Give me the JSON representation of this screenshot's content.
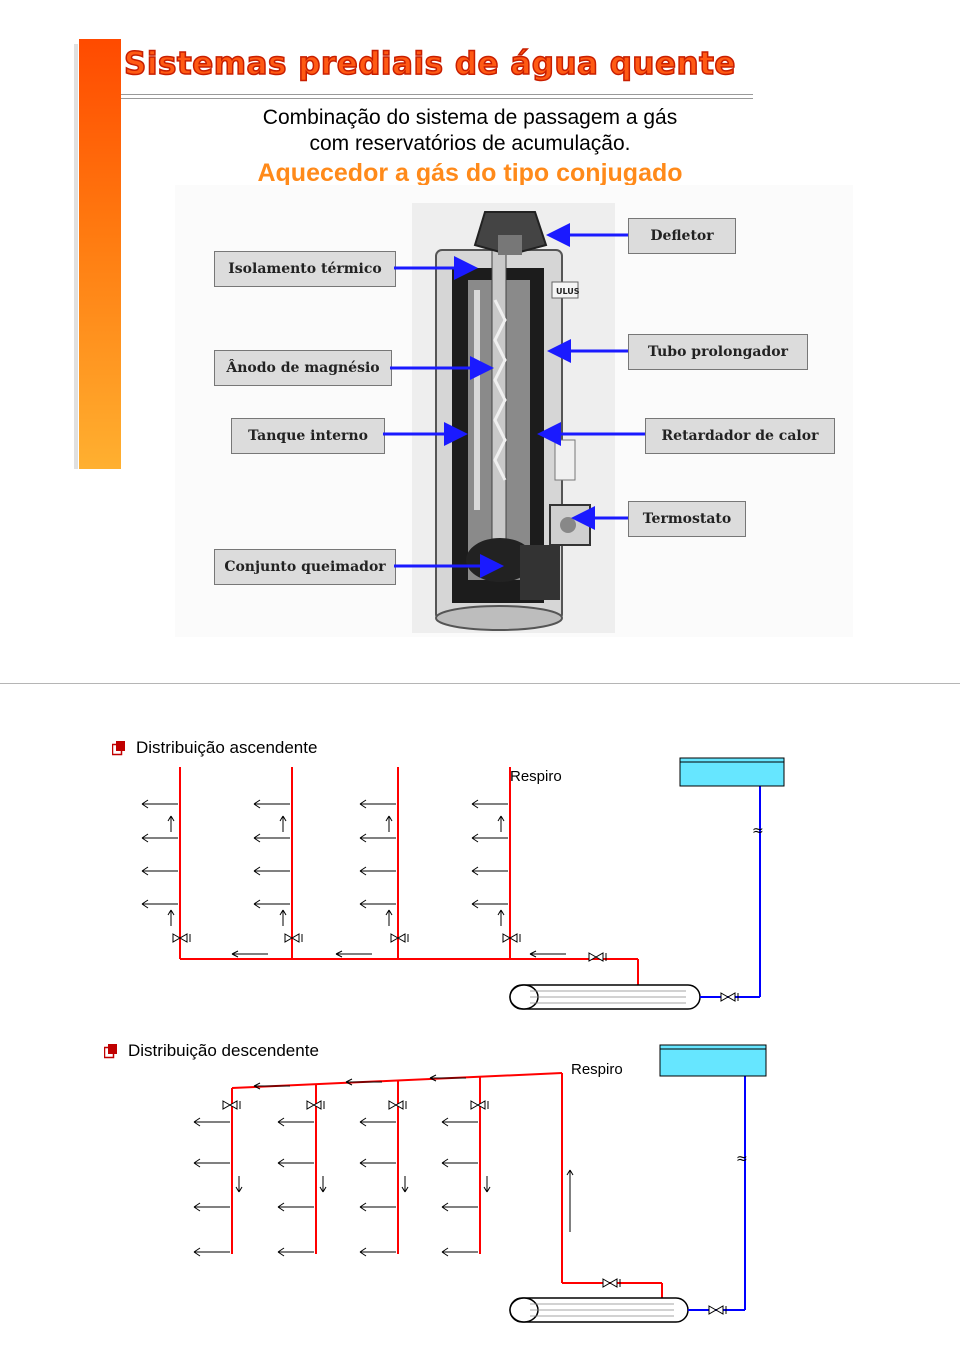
{
  "slide1": {
    "title": "Sistemas prediais de água quente",
    "subtitle_line1": "Combinação do sistema de passagem a gás",
    "subtitle_line2": "com reservatórios de acumulação.",
    "heading": "Aquecedor a gás do tipo conjugado",
    "photo_brand": "ULUS",
    "labels": {
      "isolamento": "Isolamento térmico",
      "anodo": "Ânodo de magnésio",
      "tanque": "Tanque interno",
      "conjunto": "Conjunto queimador",
      "defletor": "Defletor",
      "tubo": "Tubo prolongador",
      "retardador": "Retardador de calor",
      "termostato": "Termostato"
    },
    "colors": {
      "arrow": "#1a1aff",
      "accent": "#ff5a14"
    }
  },
  "slide2": {
    "ascendente": {
      "bullet": "Distribuição ascendente",
      "respiro": "Respiro",
      "meter_symbol": "≈"
    },
    "descendente": {
      "bullet": "Distribuição descendente",
      "respiro": "Respiro",
      "meter_symbol": "≈"
    },
    "colors": {
      "hot_pipe": "#ff0000",
      "cold_pipe": "#0000ff",
      "tank": "#66e6ff"
    }
  }
}
